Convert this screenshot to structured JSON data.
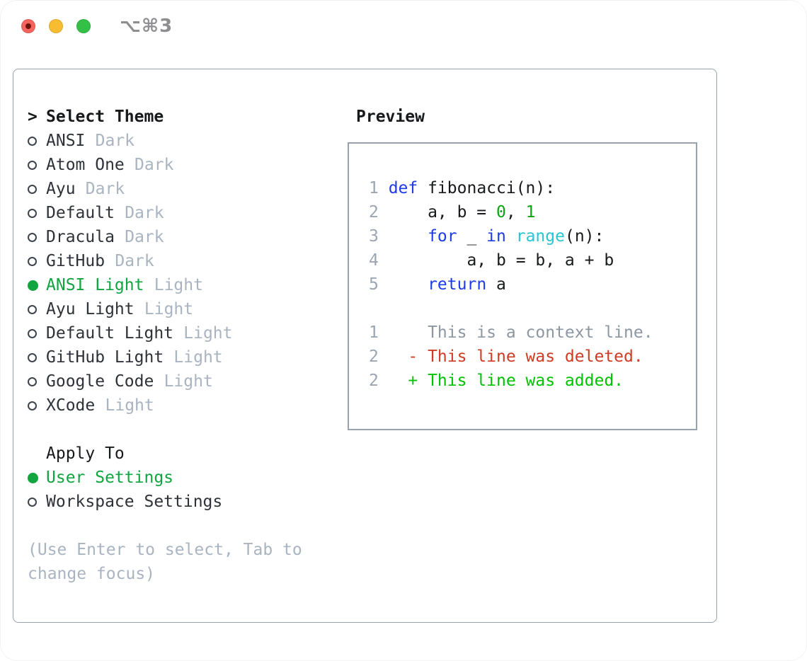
{
  "titlebar": {
    "title": "⌥⌘3",
    "buttons": [
      "close",
      "minimize",
      "zoom"
    ]
  },
  "theme_selector": {
    "prefix": ">",
    "title": "Select Theme",
    "items": [
      {
        "name": "ANSI",
        "tag": "Dark",
        "selected": false
      },
      {
        "name": "Atom One",
        "tag": "Dark",
        "selected": false
      },
      {
        "name": "Ayu",
        "tag": "Dark",
        "selected": false
      },
      {
        "name": "Default",
        "tag": "Dark",
        "selected": false
      },
      {
        "name": "Dracula",
        "tag": "Dark",
        "selected": false
      },
      {
        "name": "GitHub",
        "tag": "Dark",
        "selected": false
      },
      {
        "name": "ANSI Light",
        "tag": "Light",
        "selected": true
      },
      {
        "name": "Ayu Light",
        "tag": "Light",
        "selected": false
      },
      {
        "name": "Default Light",
        "tag": "Light",
        "selected": false
      },
      {
        "name": "GitHub Light",
        "tag": "Light",
        "selected": false
      },
      {
        "name": "Google Code",
        "tag": "Light",
        "selected": false
      },
      {
        "name": "XCode",
        "tag": "Light",
        "selected": false
      }
    ]
  },
  "apply_to": {
    "title": "Apply To",
    "options": [
      {
        "label": "User Settings",
        "selected": true
      },
      {
        "label": "Workspace Settings",
        "selected": false
      }
    ]
  },
  "help_lines": [
    "(Use Enter to select, Tab to",
    "change focus)"
  ],
  "preview": {
    "title": "Preview",
    "code_lines": [
      {
        "num": "1",
        "tokens": [
          {
            "text": "def",
            "type": "keyword"
          },
          {
            "text": " fibonacci(n):",
            "type": "plain"
          }
        ]
      },
      {
        "num": "2",
        "tokens": [
          {
            "text": "    a, b = ",
            "type": "plain"
          },
          {
            "text": "0",
            "type": "number"
          },
          {
            "text": ", ",
            "type": "plain"
          },
          {
            "text": "1",
            "type": "number"
          }
        ]
      },
      {
        "num": "3",
        "tokens": [
          {
            "text": "    ",
            "type": "plain"
          },
          {
            "text": "for",
            "type": "keyword"
          },
          {
            "text": " _ ",
            "type": "plain"
          },
          {
            "text": "in",
            "type": "keyword"
          },
          {
            "text": " ",
            "type": "plain"
          },
          {
            "text": "range",
            "type": "builtin"
          },
          {
            "text": "(n):",
            "type": "plain"
          }
        ]
      },
      {
        "num": "4",
        "tokens": [
          {
            "text": "        a, b = b, a + b",
            "type": "plain"
          }
        ]
      },
      {
        "num": "5",
        "tokens": [
          {
            "text": "    ",
            "type": "plain"
          },
          {
            "text": "return",
            "type": "keyword"
          },
          {
            "text": " a",
            "type": "plain"
          }
        ]
      }
    ],
    "diff_lines": [
      {
        "num": "1",
        "type": "context",
        "text": "    This is a context line."
      },
      {
        "num": "2",
        "type": "deleted",
        "text": "  - This line was deleted."
      },
      {
        "num": "2",
        "type": "added",
        "text": "  + This line was added."
      }
    ]
  },
  "colors": {
    "accent_green": "#10a53f",
    "muted": "#a9b4c0",
    "text_primary": "#17191c",
    "item_text": "#2e3238",
    "border": "#98a2ad",
    "keyword": "#1e3ce6",
    "builtin": "#29c5d1",
    "number_literal": "#0da412",
    "line_number": "#9ba6b2",
    "diff_context": "#8d97a1",
    "diff_deleted": "#cf3b23",
    "diff_added": "#00c200",
    "traffic_red": "#f4645c",
    "traffic_yellow": "#f7bc32",
    "traffic_green": "#32c146"
  }
}
